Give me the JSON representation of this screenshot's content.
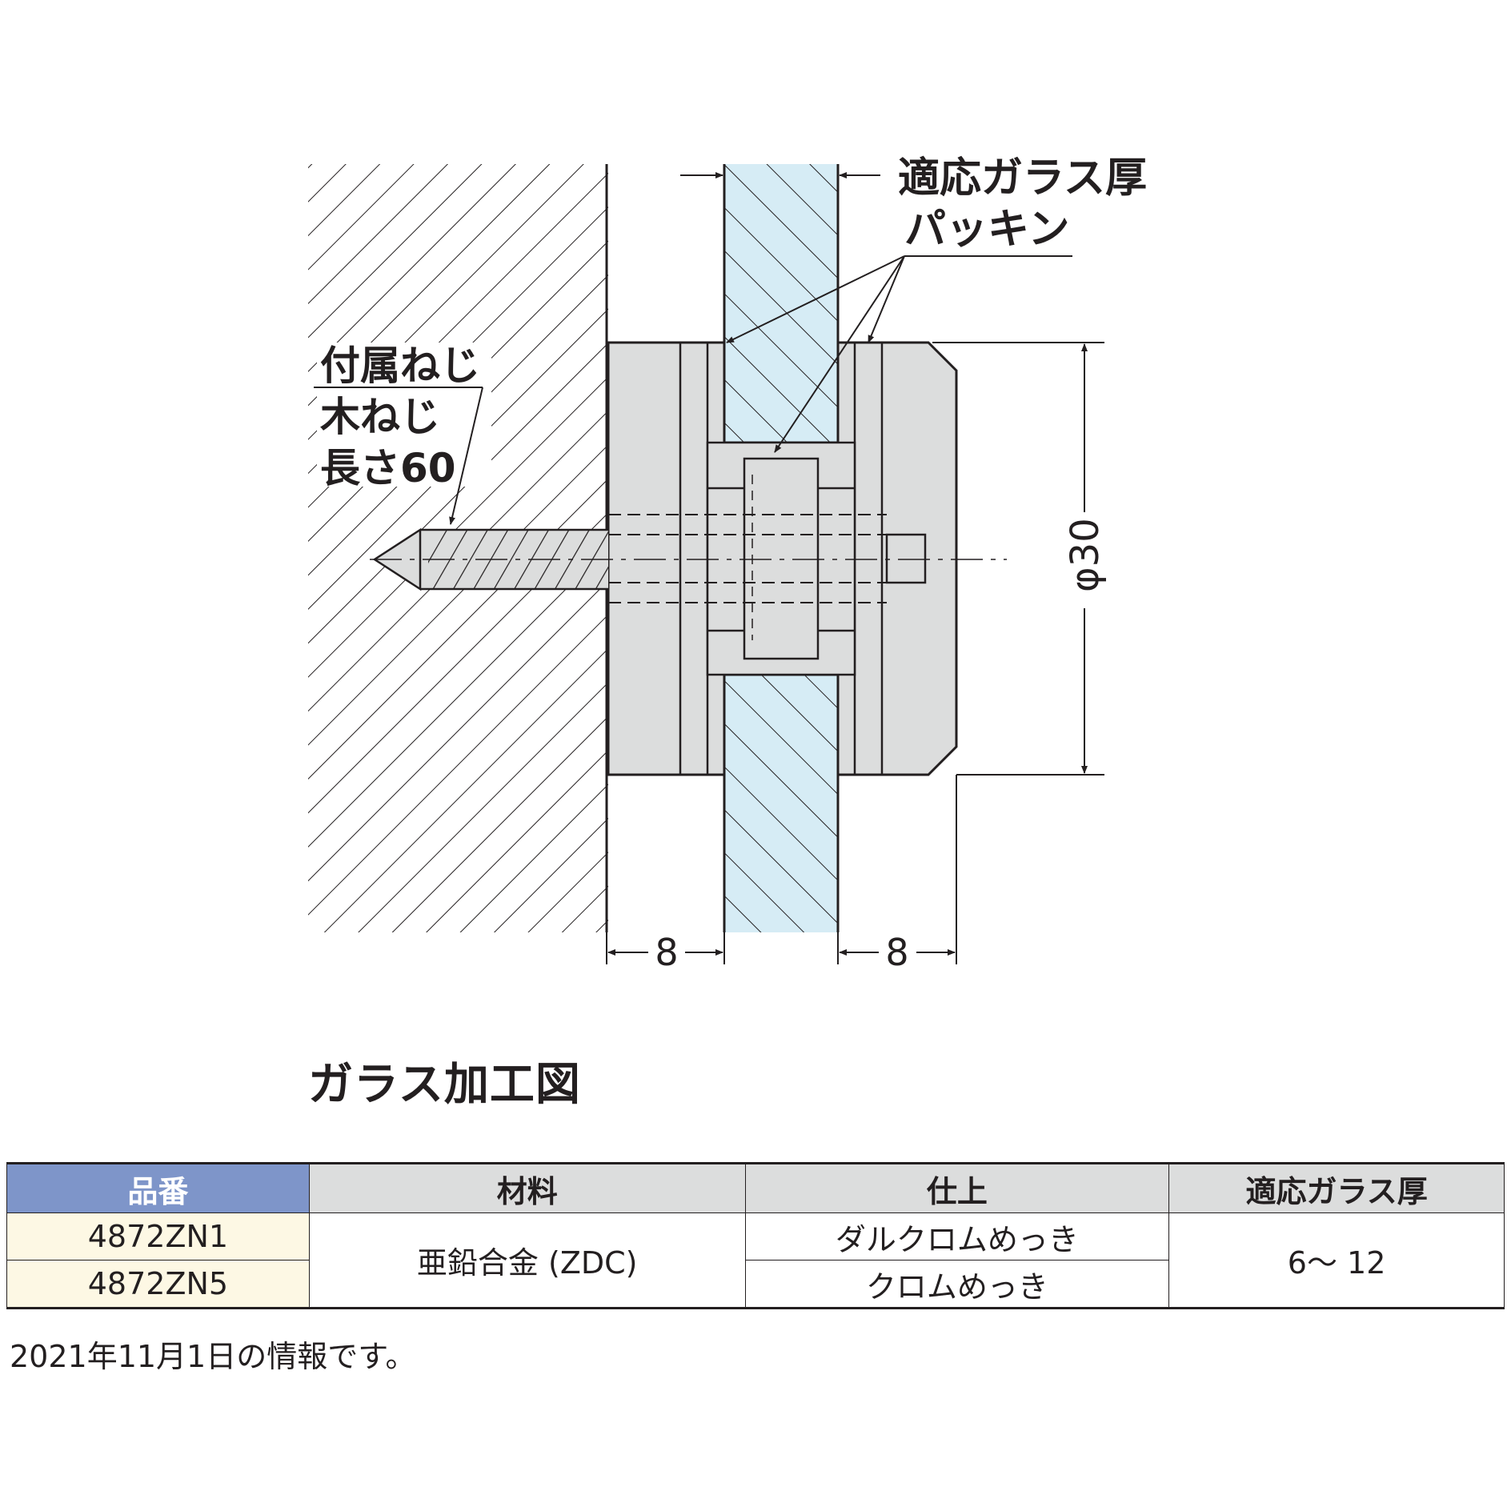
{
  "diagram": {
    "callouts": {
      "glass_thickness": "適応ガラス厚",
      "packing": "パッキン",
      "screw_line1": "付属ねじ",
      "screw_line2": "木ねじ",
      "screw_line3": "長さ60"
    },
    "dimensions": {
      "diameter": "φ30",
      "left_gap": "8",
      "right_gap": "8"
    },
    "caption": "ガラス加工図"
  },
  "colors": {
    "ink": "#231f20",
    "part_fill": "#dcdddd",
    "glass_fill": "#d6ecf5",
    "header_key": "#7e95c9",
    "header_other": "#dcdddd",
    "part_no_cell": "#fdf8e4"
  },
  "spec_table": {
    "headers": [
      "品番",
      "材料",
      "仕上",
      "適応ガラス厚"
    ],
    "rows": [
      {
        "part_no": "4872ZN1",
        "finish": "ダルクロムめっき"
      },
      {
        "part_no": "4872ZN5",
        "finish": "クロムめっき"
      }
    ],
    "material": "亜鉛合金 (ZDC)",
    "glass_thickness": "6～ 12"
  },
  "footnote": "2021年11月1日の情報です。"
}
